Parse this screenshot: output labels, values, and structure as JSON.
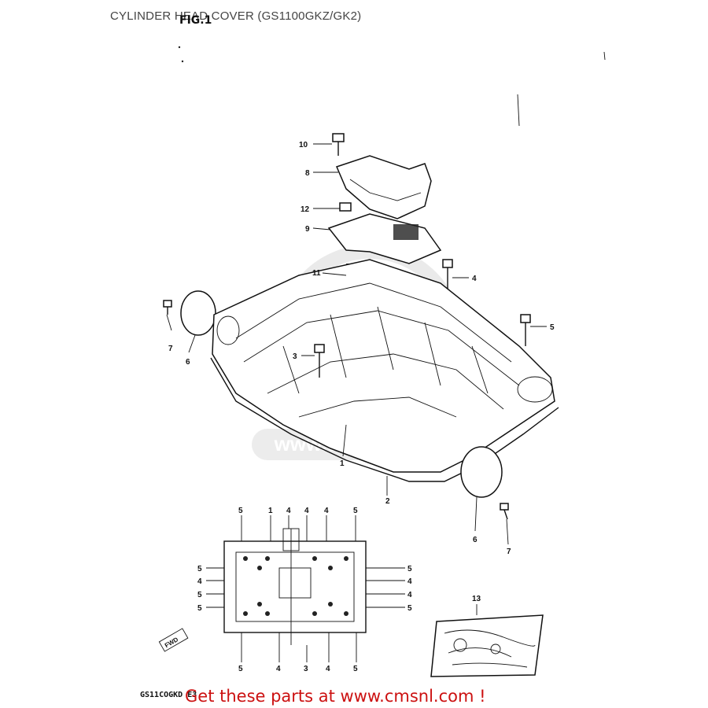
{
  "header": {
    "title": "CYLINDER HEAD COVER (GS1100GKZ/GK2)",
    "figure": "FIG.1"
  },
  "watermark": "www.cmsnl.com",
  "footer": {
    "drawing_code": "GS11COGKD E3",
    "promo": "Get these parts at www.cmsnl.com !"
  },
  "callouts": {
    "c10": "10",
    "c8": "8",
    "c12": "12",
    "c9": "9",
    "c11": "11",
    "c4": "4",
    "c5": "5",
    "c7a": "7",
    "c6a": "6",
    "c3": "3",
    "c1": "1",
    "c2": "2",
    "c6b": "6",
    "c7b": "7",
    "c13": "13"
  },
  "bolt_pattern": {
    "top": [
      "5",
      "1",
      "4",
      "4",
      "4",
      "5"
    ],
    "bottom": [
      "5",
      "4",
      "3",
      "4",
      "5"
    ],
    "left": [
      "5",
      "4",
      "5",
      "5"
    ],
    "right": [
      "5",
      "4",
      "4",
      "5"
    ],
    "fwd": "FWD"
  }
}
